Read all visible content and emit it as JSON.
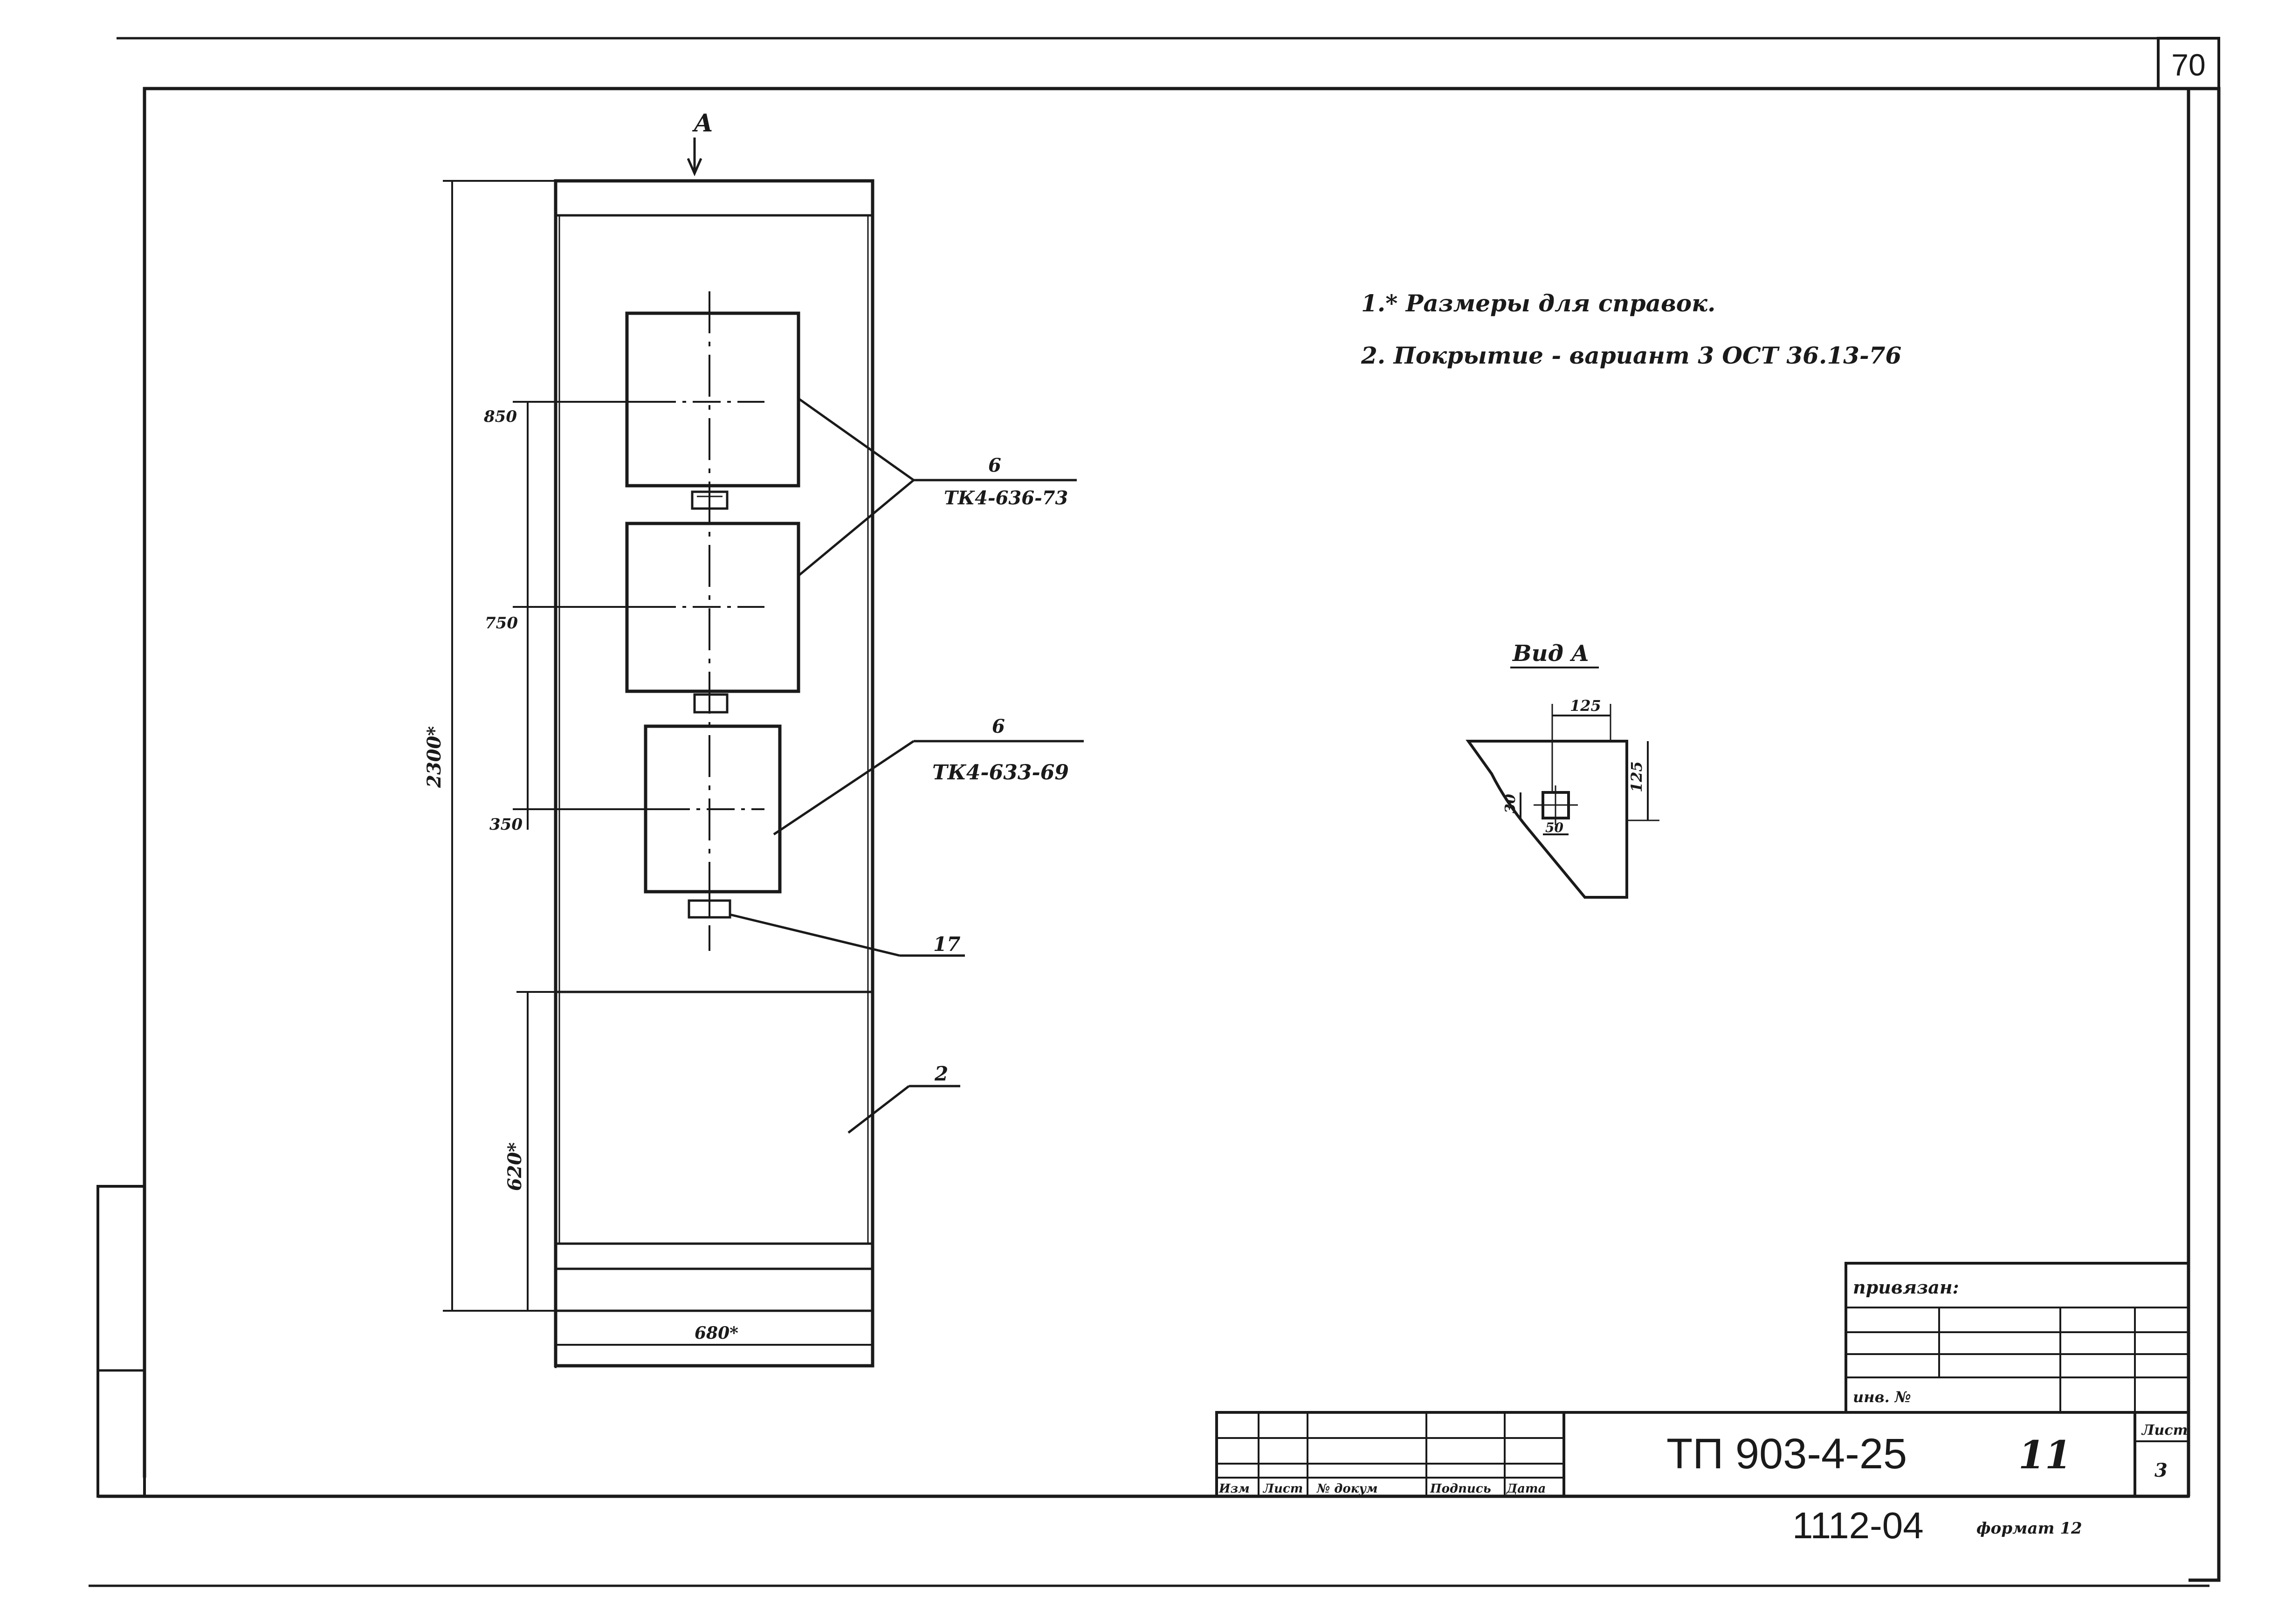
{
  "sheet_number": "70",
  "view_marker": "А",
  "notes": [
    "1.* Размеры для справок.",
    "2. Покрытие - вариант 3 ОСТ 36.13-76"
  ],
  "dimensions": {
    "overall_height": "2300*",
    "width": "680*",
    "lower_height": "620*",
    "level_upper": "850",
    "level_middle": "750",
    "level_lower": "350"
  },
  "callouts": {
    "upper_pos": "6",
    "upper_ref": "ТК4-636-73",
    "lower_pos": "6",
    "lower_ref": "ТК4-633-69",
    "small_pos": "17",
    "door_pos": "2"
  },
  "view_a": {
    "title": "Вид А",
    "dim_top": "125",
    "dim_right": "125",
    "dim_left": "30",
    "dim_bottom": "50"
  },
  "title_block": {
    "privyazan": "привязан:",
    "inv_no": "инв. №",
    "designation": "ТП 903-4-25",
    "sheet_label": "Лист",
    "sheet_value": "3",
    "sheet_mark": "11",
    "sub_number": "1112-04",
    "format": "формат 12",
    "rev_headers": [
      "Изм",
      "Лист",
      "№ докум",
      "Подпись",
      "Дата"
    ]
  }
}
